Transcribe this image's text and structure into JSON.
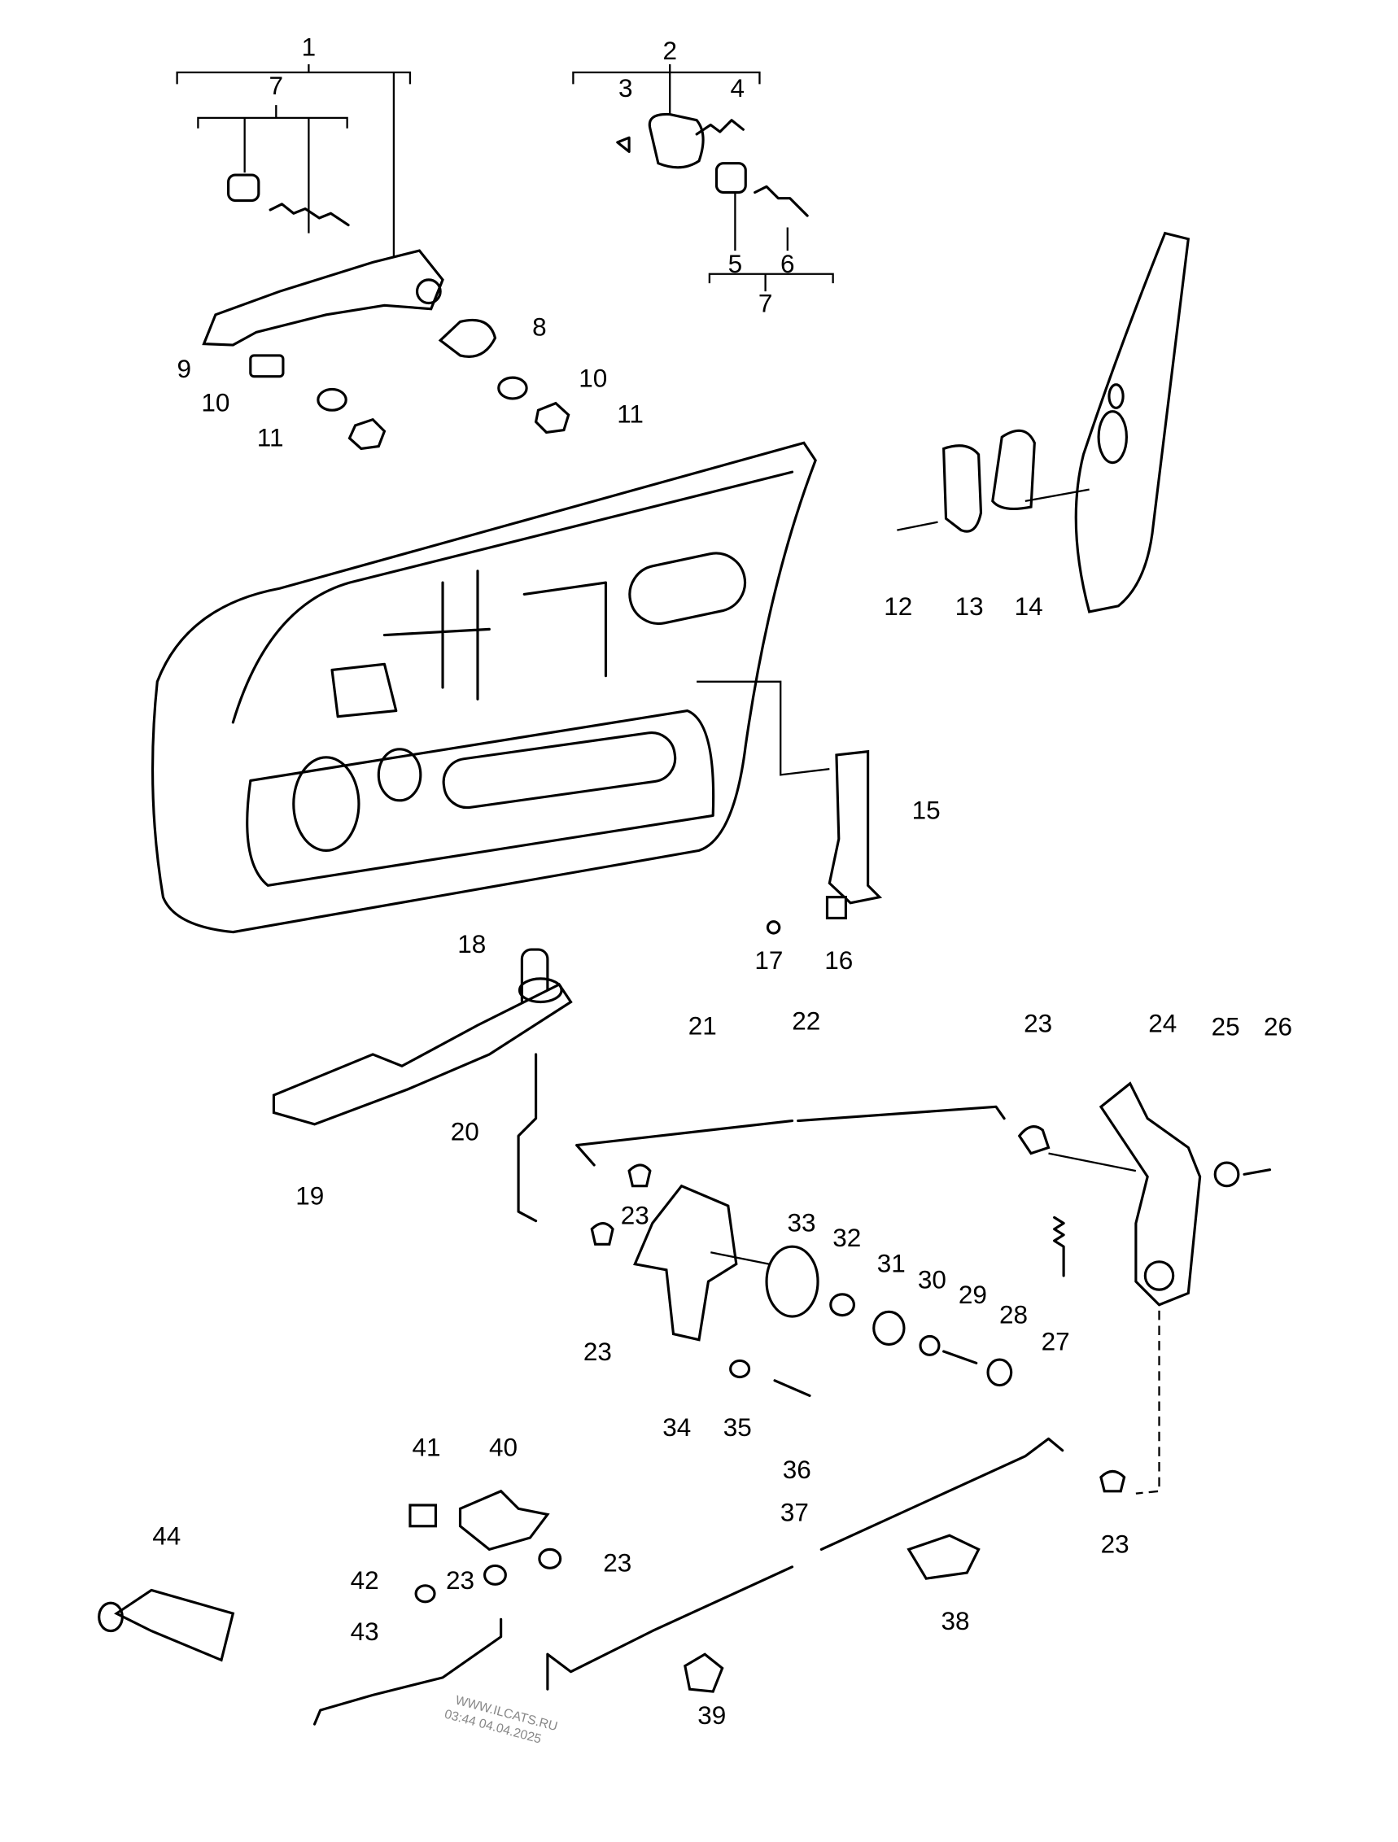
{
  "diagram": {
    "callouts": [
      "1",
      "7",
      "2",
      "3",
      "4",
      "5",
      "6",
      "7",
      "8",
      "9",
      "10",
      "11",
      "10",
      "11",
      "12",
      "13",
      "14",
      "15",
      "16",
      "17",
      "18",
      "19",
      "20",
      "21",
      "22",
      "23",
      "24",
      "25",
      "26",
      "23",
      "23",
      "33",
      "32",
      "31",
      "30",
      "29",
      "28",
      "27",
      "34",
      "35",
      "36",
      "41",
      "40",
      "37",
      "23",
      "44",
      "42",
      "23",
      "23",
      "43",
      "38",
      "39"
    ],
    "watermark": {
      "line1": "WWW.ILCATS.RU",
      "line2": "03:44 04.04.2025"
    }
  }
}
